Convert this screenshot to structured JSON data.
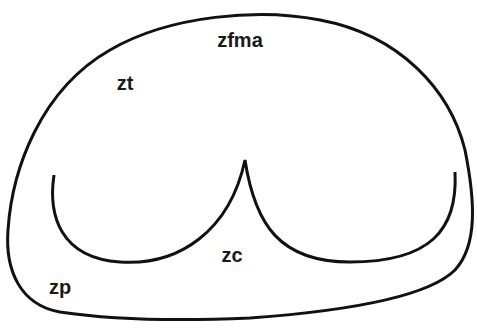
{
  "diagram": {
    "labels": [
      "zfma",
      "zt",
      "zc",
      "zp"
    ]
  }
}
